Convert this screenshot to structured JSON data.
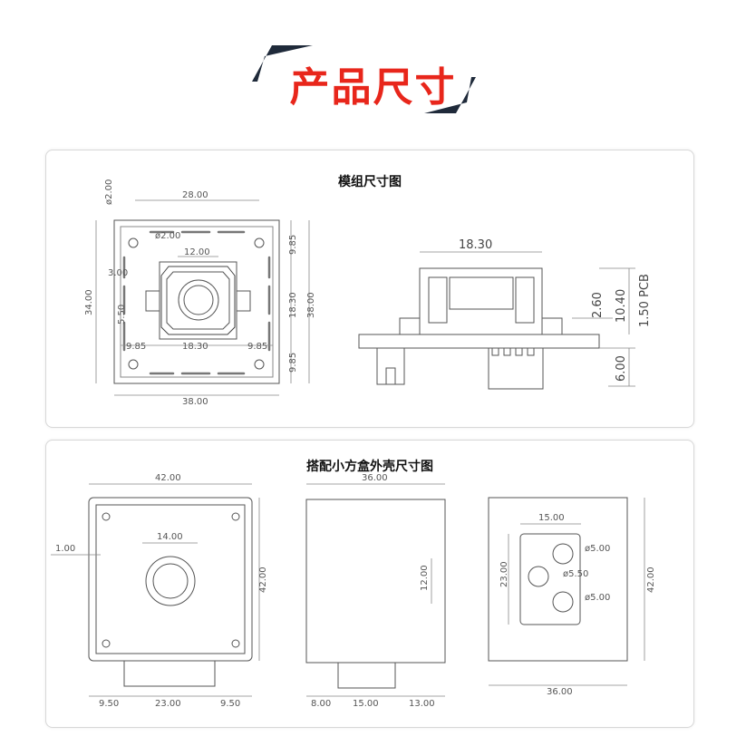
{
  "header": {
    "title": "产品尺寸",
    "accent_color": "#e8261b",
    "dark_color": "#1f2a3a"
  },
  "module_panel": {
    "title": "模组尺寸图",
    "front_view": {
      "dims": {
        "hole_top": "ø2.00",
        "top_width": "28.00",
        "hole_inner": "ø2.00",
        "lens_width": "12.00",
        "offset_left": "3.00",
        "height_left": "34.00",
        "small_left": "5.50",
        "bottom_left": "9.85",
        "bottom_mid": "18.30",
        "bottom_right": "9.85",
        "right_top": "9.85",
        "right_mid": "18.30",
        "right_bottom": "9.85",
        "right_total": "38.00",
        "bottom_total": "38.00"
      }
    },
    "side_view": {
      "dims": {
        "width": "18.30",
        "d1": "2.60",
        "d2": "10.40",
        "pcb": "1.50 PCB",
        "bottom": "6.00"
      }
    }
  },
  "case_panel": {
    "title": "搭配小方盒外壳尺寸图",
    "front": {
      "dims": {
        "width": "42.00",
        "inner": "14.00",
        "left_offset": "1.00",
        "height": "42.00",
        "b1": "9.50",
        "b2": "23.00",
        "b3": "9.50"
      }
    },
    "side": {
      "dims": {
        "width": "36.00",
        "height": "12.00",
        "b1": "8.00",
        "b2": "15.00",
        "b3": "13.00"
      }
    },
    "back": {
      "dims": {
        "inner_width": "15.00",
        "inner_height": "23.00",
        "d1": "ø5.00",
        "d2": "ø5.50",
        "d3": "ø5.00",
        "height": "42.00",
        "width": "36.00"
      }
    }
  }
}
